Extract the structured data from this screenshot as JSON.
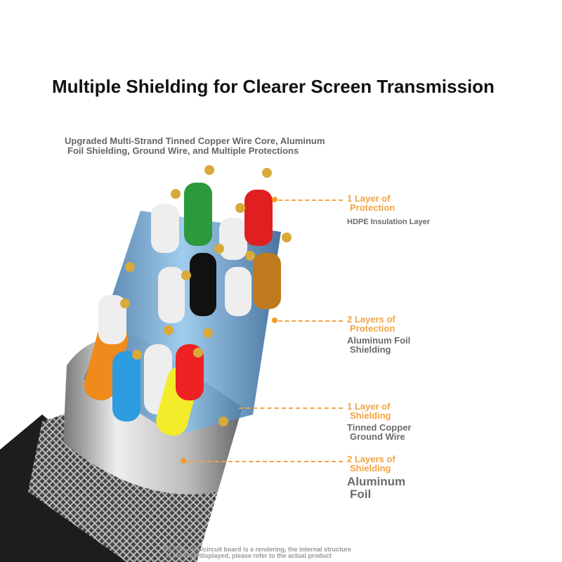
{
  "title": "Multiple Shielding for Clearer Screen Transmission",
  "subtitle": [
    "Upgraded Multi-Strand Tinned Copper Wire Core, Aluminum",
    "Foil Shielding, Ground Wire, and Multiple Protections"
  ],
  "callouts": [
    {
      "heading": [
        "1 Layer of",
        "Protection"
      ],
      "desc": [
        "HDPE Insulation Layer"
      ]
    },
    {
      "heading": [
        "2 Layers of",
        "Protection"
      ],
      "desc": [
        "Aluminum Foil",
        "Shielding"
      ]
    },
    {
      "heading": [
        "1 Layer of",
        "Shielding"
      ],
      "desc": [
        "Tinned Copper",
        "Ground Wire"
      ]
    },
    {
      "heading": [
        "2 Layers of",
        "Shielding"
      ],
      "desc": [
        "Aluminum",
        "Foil"
      ]
    }
  ],
  "note": [
    "PS: The chip/circuit board is a rendering, the internal structure",
    "is not fully displayed, please refer to the actual product"
  ],
  "colors": {
    "accent": "#f2a445",
    "text": "#6b6b6b"
  }
}
